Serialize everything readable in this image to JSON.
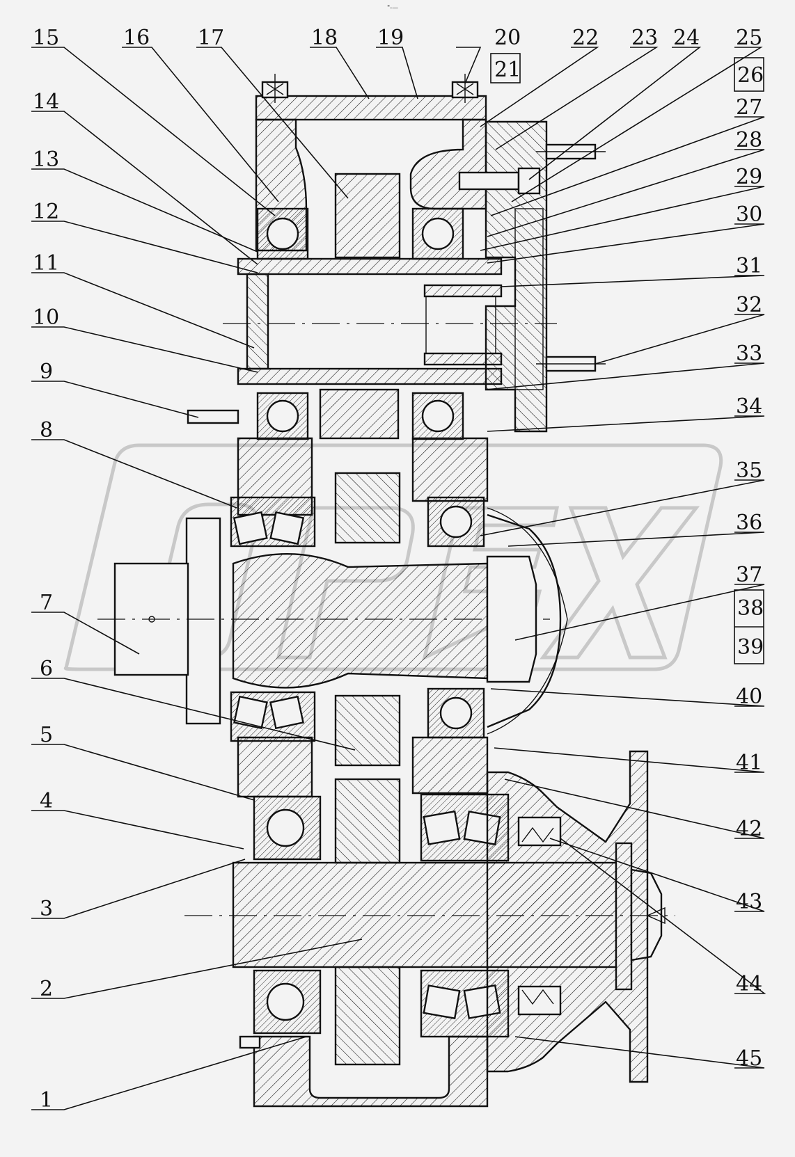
{
  "drawing": {
    "title": "",
    "watermark_text": "OPEX",
    "top_mark": "\"-—"
  },
  "callouts_left": [
    "15",
    "16",
    "17",
    "18",
    "19",
    "20",
    "14",
    "13",
    "12",
    "11",
    "10",
    "9",
    "8",
    "7",
    "6",
    "5",
    "4",
    "3",
    "2",
    "1"
  ],
  "callouts_right": [
    "22",
    "23",
    "24",
    "25",
    "27",
    "28",
    "29",
    "30",
    "31",
    "32",
    "33",
    "34",
    "35",
    "36",
    "37",
    "40",
    "41",
    "42",
    "43",
    "44",
    "45"
  ],
  "callouts_boxed": [
    "21",
    "26",
    "38",
    "39"
  ],
  "colors": {
    "background": "#f3f3f3",
    "line": "#111111",
    "hatch": "#111111",
    "watermark": "#c8c8c8"
  }
}
